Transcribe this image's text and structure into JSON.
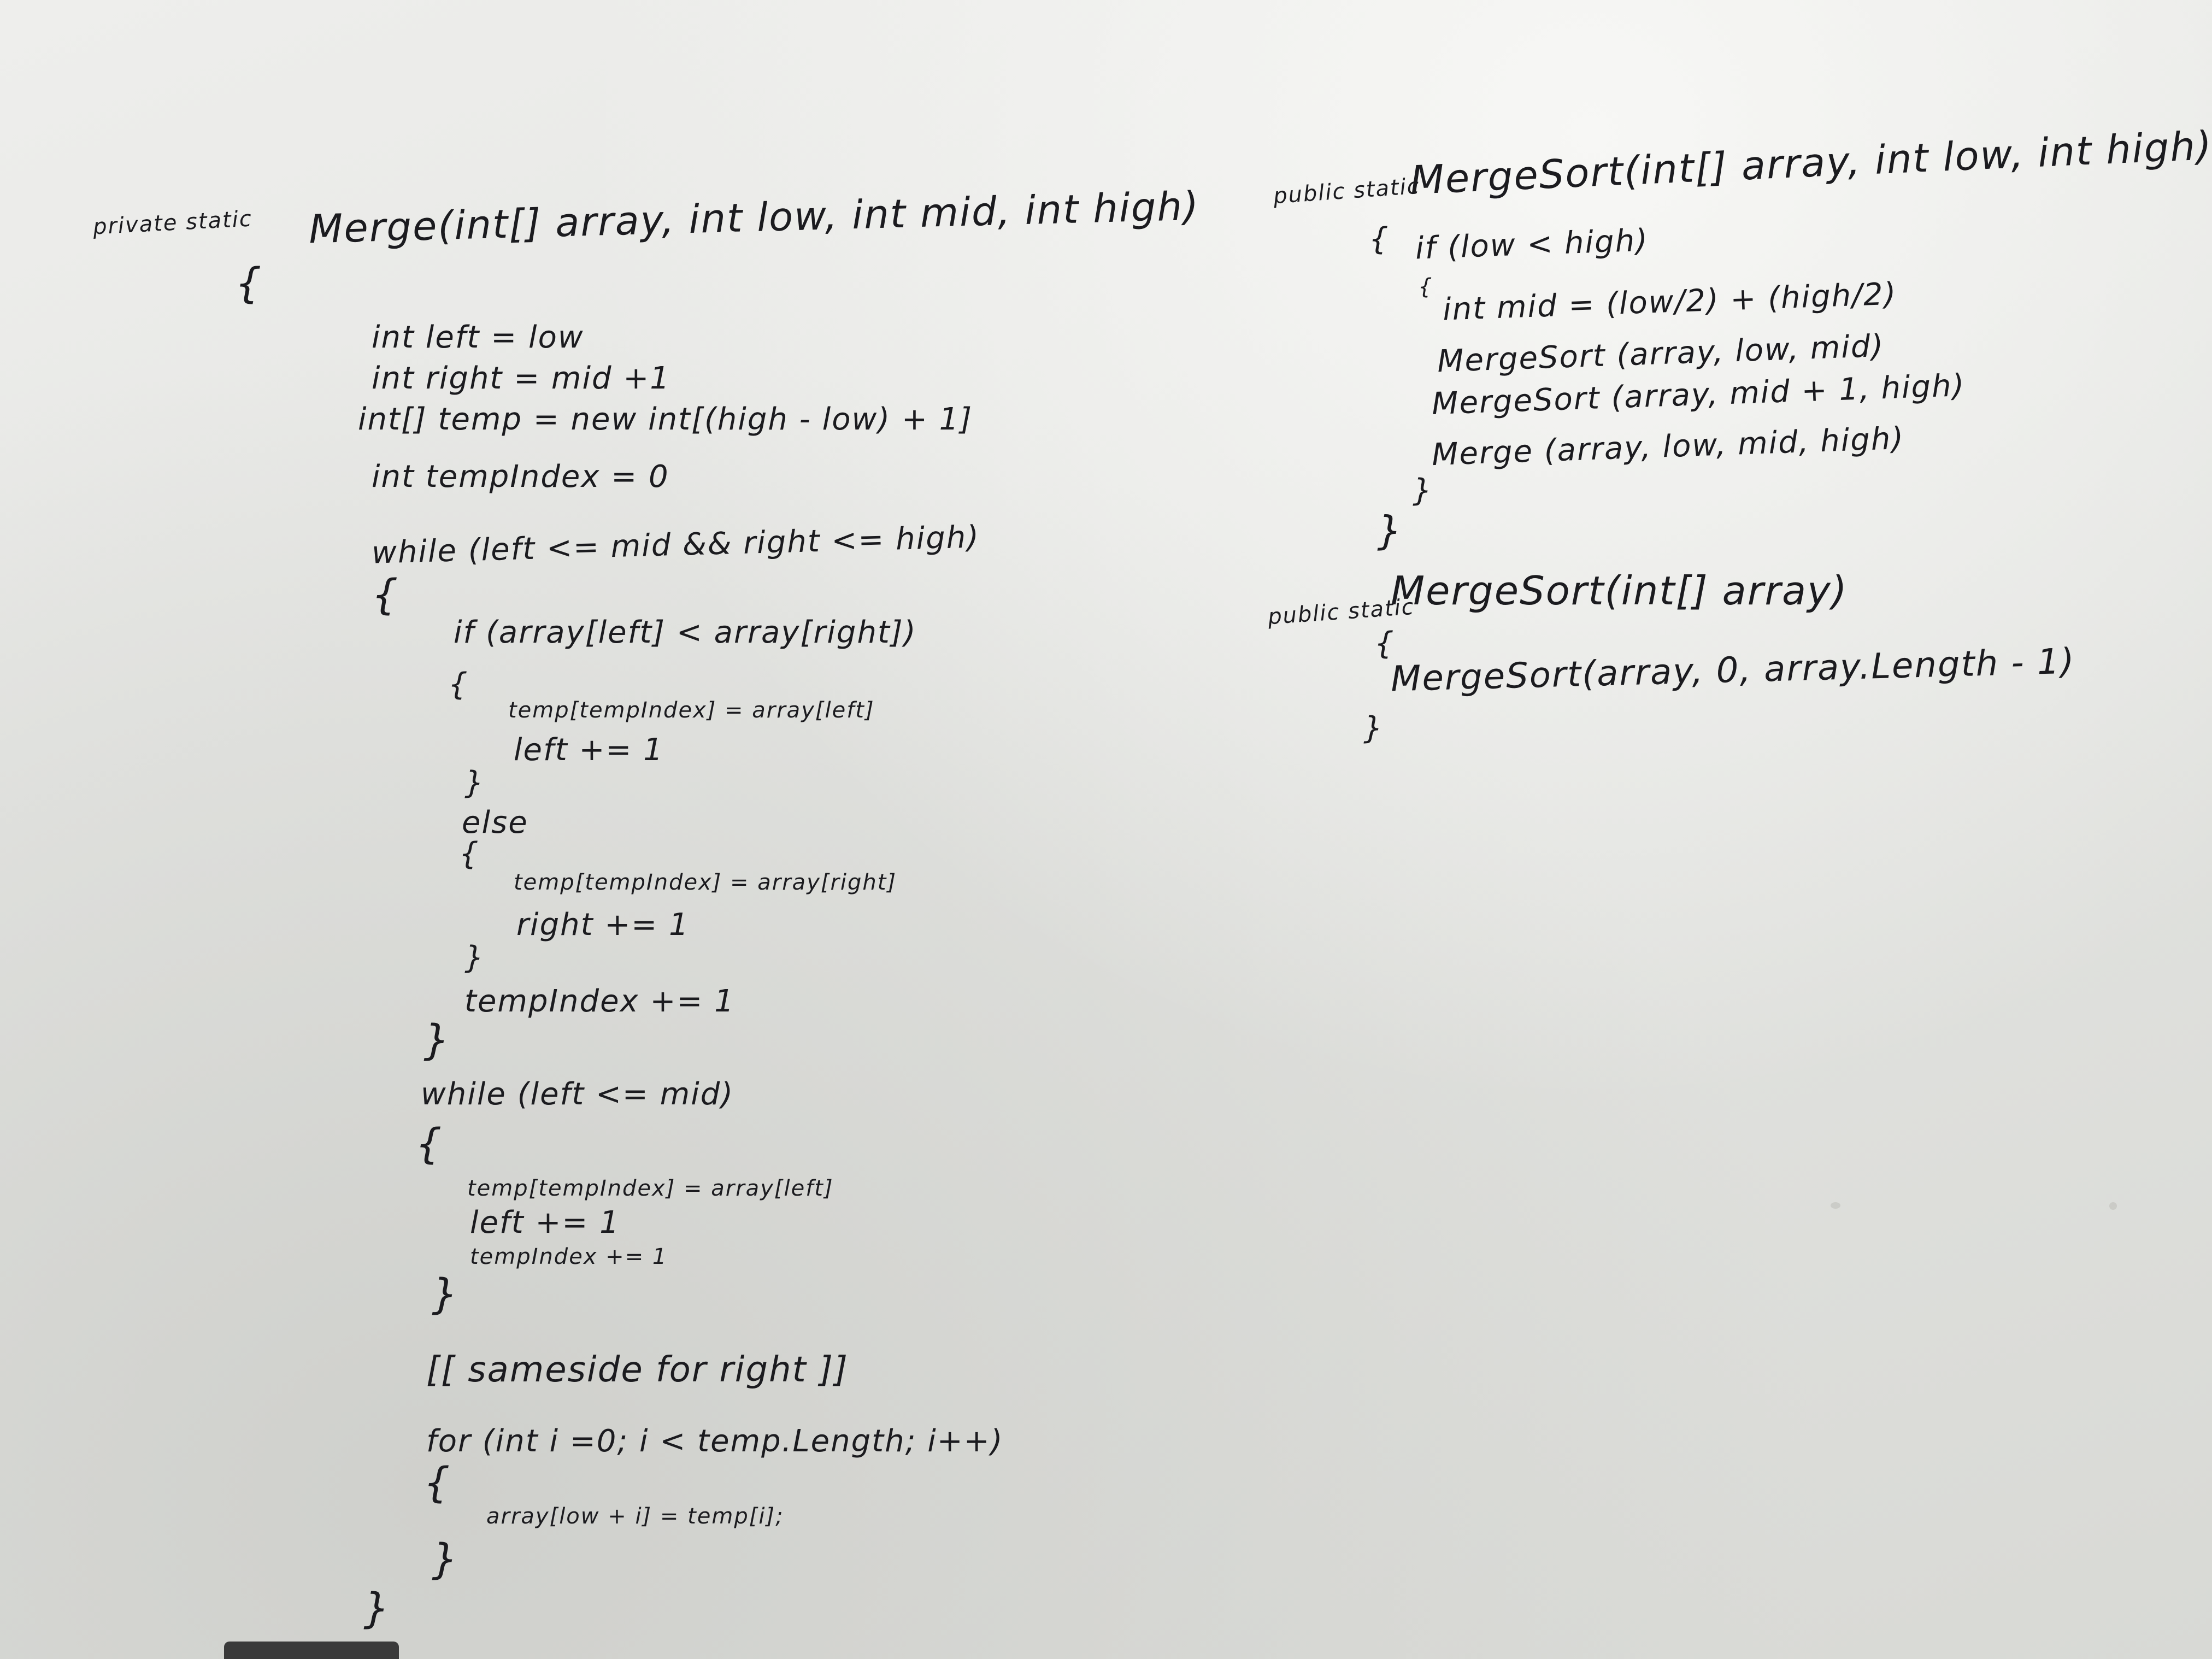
{
  "merge": {
    "modifier": "private static",
    "signature": "Merge(int[] array, int low, int mid, int high)",
    "open": "{",
    "l1": "int left = low",
    "l2": "int right = mid +1",
    "l3": "int[] temp = new int[(high - low) + 1]",
    "l4": "int tempIndex = 0",
    "w1": "while (left <= mid && right <= high)",
    "w1o": "{",
    "if": "if (array[left] < array[right])",
    "ifo": "{",
    "if1": "temp[tempIndex] = array[left]",
    "if2": "left += 1",
    "ifc": "}",
    "else": "else",
    "elo": "{",
    "el1": "temp[tempIndex] = array[right]",
    "el2": "right += 1",
    "elc": "}",
    "w1inc": "tempIndex += 1",
    "w1c": "}",
    "w2": "while (left <= mid)",
    "w2o": "{",
    "w2a": "temp[tempIndex] = array[left]",
    "w2b": "left += 1",
    "w2d": "tempIndex += 1",
    "w2c": "}",
    "note": "[[ sameside for right ]]",
    "for": "for (int i =0; i < temp.Length; i++)",
    "foro": "{",
    "for1": "array[low + i] = temp[i];",
    "forc": "}",
    "close": "}"
  },
  "sort1": {
    "modifier": "public static",
    "signature": "MergeSort(int[] array, int low, int high)",
    "open": "{",
    "if": "if (low < high)",
    "ifo": "{",
    "b1": "int mid = (low/2) + (high/2)",
    "b2": "MergeSort (array, low, mid)",
    "b3": "MergeSort (array, mid + 1, high)",
    "b4": "Merge (array, low, mid, high)",
    "ifc": "}",
    "close": "}"
  },
  "sort2": {
    "modifier": "public static",
    "signature": "MergeSort(int[] array)",
    "open": "{",
    "b1": "MergeSort(array, 0, array.Length - 1)",
    "close": "}"
  }
}
